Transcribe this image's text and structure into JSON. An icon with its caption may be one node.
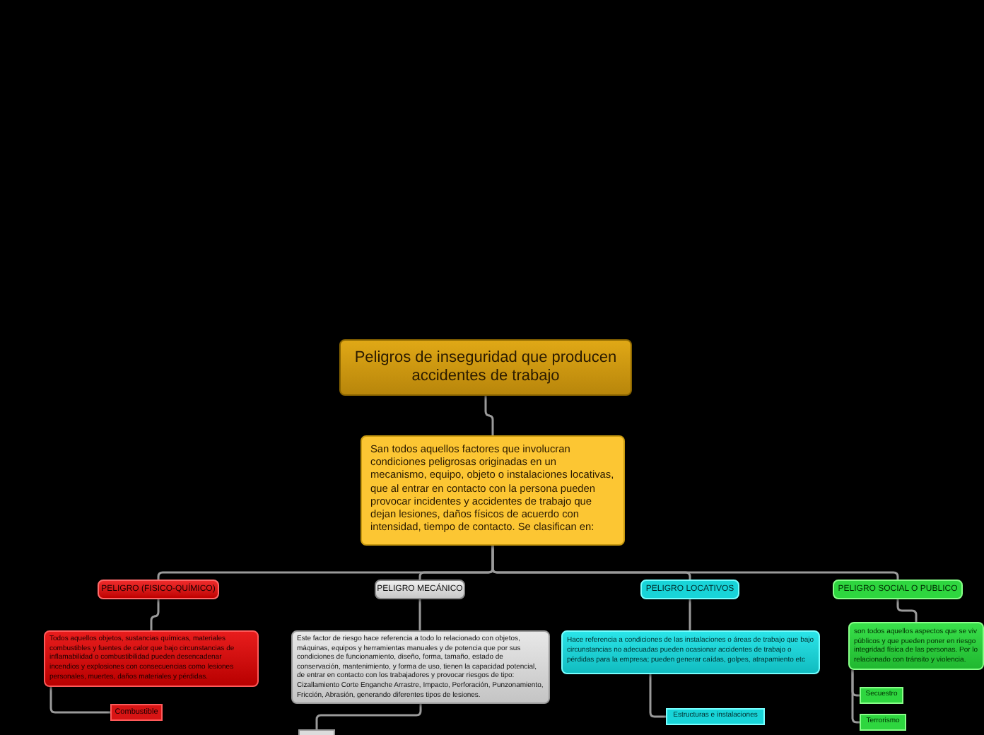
{
  "diagram": {
    "nodes": [
      {
        "text": [
          "Peligros de inseguridad que producen accidentes de trabajo"
        ]
      },
      {
        "text": [
          "San todos aquellos factores que involucran condiciones peligrosas originadas en un mecanismo, equipo, objeto o instalaciones locativas, que al entrar en contacto con la persona pueden provocar incidentes y accidentes de trabajo que dejan lesiones, daños físicos de acuerdo con intensidad, tiempo de contacto. Se clasifican en:"
        ]
      },
      {
        "text": [
          "PELIGRO (FISICO-QUÍMICO)"
        ]
      },
      {
        "text": [
          "Todos aquellos objetos, sustancias químicas, materiales combustibles y fuentes de calor que bajo circunstancias de inflamabilidad o combustibilidad pueden desencadenar incendios y explosiones con consecuencias como lesiones personales, muertes, daños materiales y pérdidas."
        ]
      },
      {
        "text": [
          "Combustible"
        ]
      },
      {
        "text": [
          "PELIGRO MECÁNICO"
        ]
      },
      {
        "text": [
          "Este factor de riesgo hace referencia a todo lo relacionado con objetos, máquinas, equipos y herramientas manuales y de potencia que por sus condiciones de funcionamiento, diseño, forma, tamaño, estado de conservación, mantenimiento, y forma de uso, tienen la capacidad potencial, de entrar en contacto con los trabajadores y provocar riesgos de tipo: Cizallamiento Corte Enganche Arrastre, Impacto, Perforación, Punzonamiento, Fricción, Abrasión, generando diferentes tipos de lesiones."
        ]
      },
      {
        "text": [],
        "shape": "box"
      },
      {
        "text": [
          "PELIGRO LOCATIVOS"
        ]
      },
      {
        "text": [
          "Hace referencia a condiciones de las instalaciones o áreas de trabajo que bajo circunstancias no adecuadas pueden ocasionar accidentes de trabajo o pérdidas para la empresa; pueden generar caídas, golpes, atrapamiento etc"
        ]
      },
      {
        "text": [
          "Estructuras e instalaciones"
        ]
      },
      {
        "text": [
          "PELIGRO SOCIAL O PUBLICO"
        ]
      },
      {
        "text": [
          "son todos aquellos aspectos que se viv públicos y que pueden poner en riesgo integridad física de las personas. Por lo relacionado con tránsito y violencia."
        ]
      },
      {
        "text": [
          "Secuestro"
        ]
      },
      {
        "text": [
          "Terrorismo"
        ]
      }
    ],
    "edges": [
      {
        "from": 0,
        "to": 1,
        "arrow": "none"
      },
      {
        "from": 1,
        "to": 2,
        "arrow": "none"
      },
      {
        "from": 1,
        "to": 5,
        "arrow": "none"
      },
      {
        "from": 1,
        "to": 8,
        "arrow": "none"
      },
      {
        "from": 1,
        "to": 11,
        "arrow": "none"
      },
      {
        "from": 2,
        "to": 3,
        "arrow": "none"
      },
      {
        "from": 3,
        "to": 4,
        "arrow": "none"
      },
      {
        "from": 5,
        "to": 6,
        "arrow": "none"
      },
      {
        "from": 6,
        "to": 7,
        "arrow": "none"
      },
      {
        "from": 8,
        "to": 9,
        "arrow": "none"
      },
      {
        "from": 9,
        "to": 10,
        "arrow": "none"
      },
      {
        "from": 11,
        "to": 12,
        "arrow": "none"
      },
      {
        "from": 12,
        "to": 13,
        "arrow": "none"
      },
      {
        "from": 12,
        "to": 14,
        "arrow": "none"
      }
    ]
  }
}
